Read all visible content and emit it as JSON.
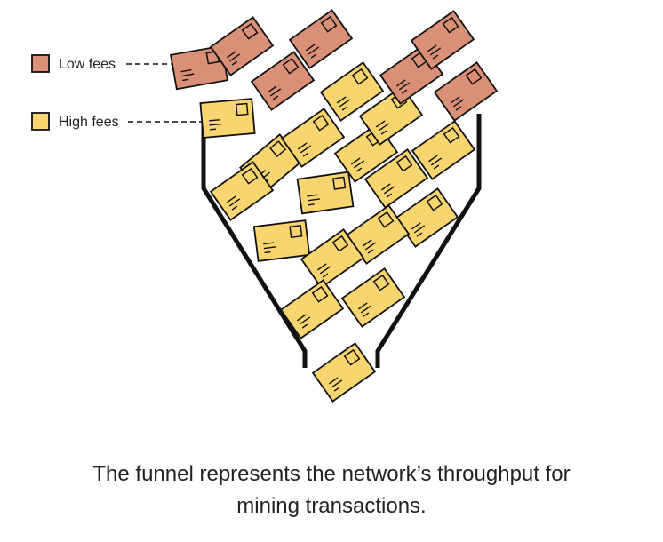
{
  "legend": {
    "low_fees": {
      "label": "Low fees",
      "color": "#DA8F77"
    },
    "high_fees": {
      "label": "High fees",
      "color": "#F8D56E"
    }
  },
  "caption": {
    "line1": "The funnel represents the network’s throughput for",
    "line2": "mining transactions."
  },
  "colors": {
    "stroke": "#111111",
    "funnel": "#111111",
    "text": "#222222"
  },
  "icons": [
    "envelope-icon"
  ]
}
